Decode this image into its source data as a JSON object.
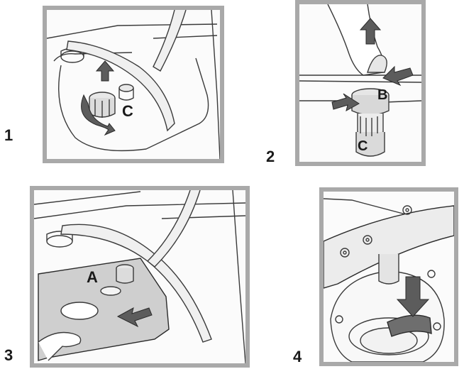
{
  "steps": [
    {
      "number": "1",
      "labels": [
        "C"
      ]
    },
    {
      "number": "2",
      "labels": [
        "B",
        "C"
      ]
    },
    {
      "number": "3",
      "labels": [
        "A"
      ]
    },
    {
      "number": "4",
      "labels": []
    }
  ],
  "colors": {
    "frame": "#a9a9a9",
    "arrow": "#5c5c5c",
    "line": "#3a3a3a",
    "plate": "#cfcfcf",
    "deflector": "#6e6e6e"
  },
  "icons": [
    "up-arrow-icon",
    "rotate-arrow-icon",
    "push-arrow-icon",
    "slide-arrow-icon",
    "down-arrow-icon"
  ]
}
